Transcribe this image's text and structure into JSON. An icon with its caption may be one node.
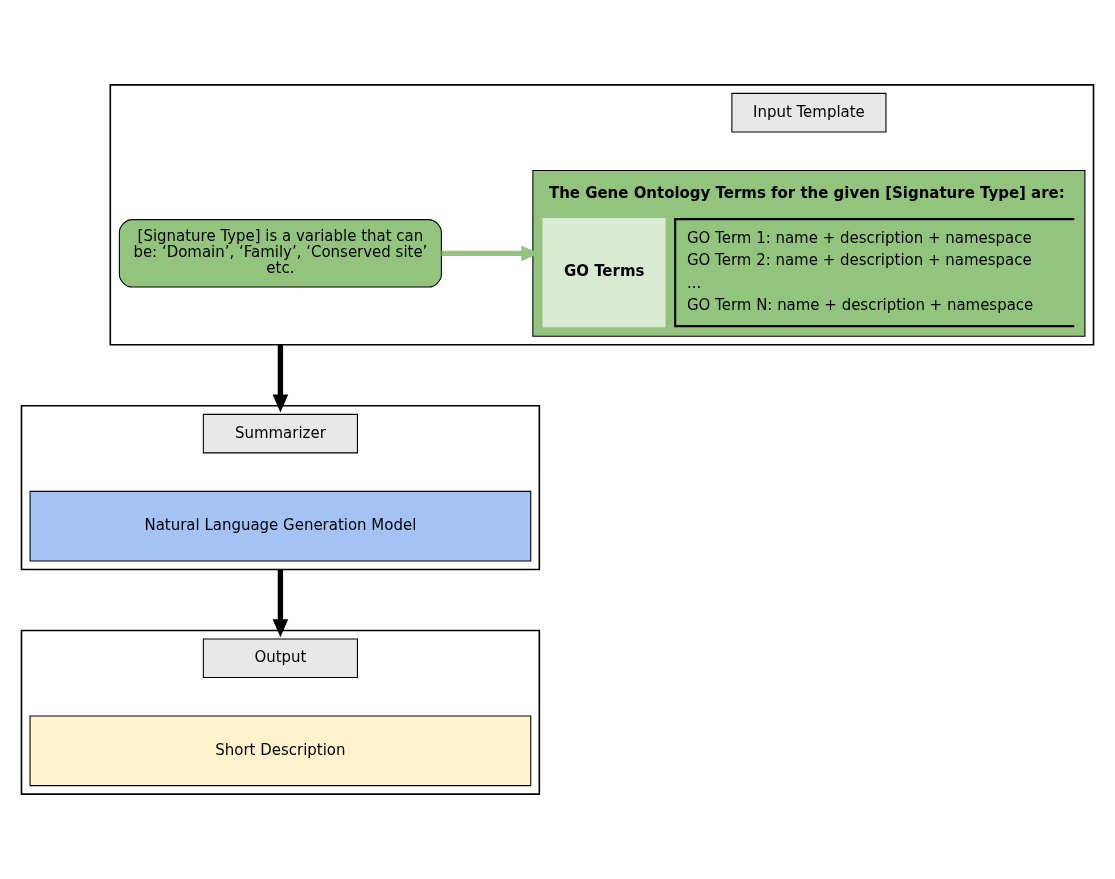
{
  "diagram": {
    "nodes": [
      {
        "text": [],
        "shape": "box"
      },
      {
        "text": [
          "Input Template"
        ],
        "in": 0
      },
      {
        "text": [
          "The Gene Ontology Terms for the given [Signature Type] are:",
          "GO Terms",
          "GO Term 1: name + description + namespace",
          "GO Term 2: name + description + namespace",
          "...",
          "GO Term N: name + description + namespace"
        ],
        "in": 0
      },
      {
        "text": [
          "[Signature Type] is a variable that can be: ‘Domain’, ‘Family’, ‘Conserved site’ etc."
        ],
        "in": 0
      },
      {
        "text": [],
        "shape": "box"
      },
      {
        "text": [
          "Summarizer"
        ],
        "in": 4
      },
      {
        "text": [
          "Natural Language Generation Model"
        ],
        "in": 4
      },
      {
        "text": [],
        "shape": "box"
      },
      {
        "text": [
          "Output"
        ],
        "in": 7
      },
      {
        "text": [
          "Short Description"
        ],
        "in": 7
      }
    ],
    "edges": [
      {
        "from": 3,
        "to": 2,
        "arrow": "to",
        "color": "#93c47d"
      },
      {
        "from": 0,
        "to": 4,
        "arrow": "to"
      },
      {
        "from": 4,
        "to": 7,
        "arrow": "to"
      }
    ]
  }
}
